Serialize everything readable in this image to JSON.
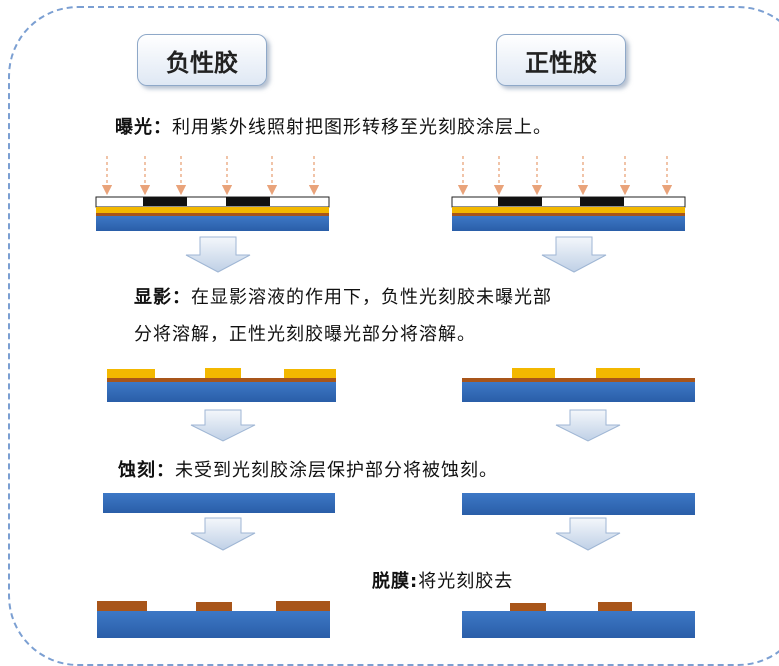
{
  "labels": {
    "negative": "负性胶",
    "positive": "正性胶"
  },
  "steps": {
    "exposure": {
      "term": "曝光",
      "sep": "：",
      "desc": "利用紫外线照射把图形转移至光刻胶涂层上。"
    },
    "develop": {
      "term": "显影",
      "sep": "：",
      "desc_line1": "在显影溶液的作用下，负性光刻胶未曝光部",
      "desc_line2": "分将溶解，正性光刻胶曝光部分将溶解。"
    },
    "etch": {
      "term": "蚀刻",
      "sep": "：",
      "desc": "未受到光刻胶涂层保护部分将被蚀刻。"
    },
    "strip": {
      "term": "脱膜",
      "sep": ":",
      "desc": "将光刻胶去"
    }
  },
  "colors": {
    "substrate": "#2f67b8",
    "resist": "#f3b800",
    "film": "#a8551a",
    "mask": "#111111",
    "uv": "#e9a37a",
    "frame": "#7b9fd2"
  }
}
